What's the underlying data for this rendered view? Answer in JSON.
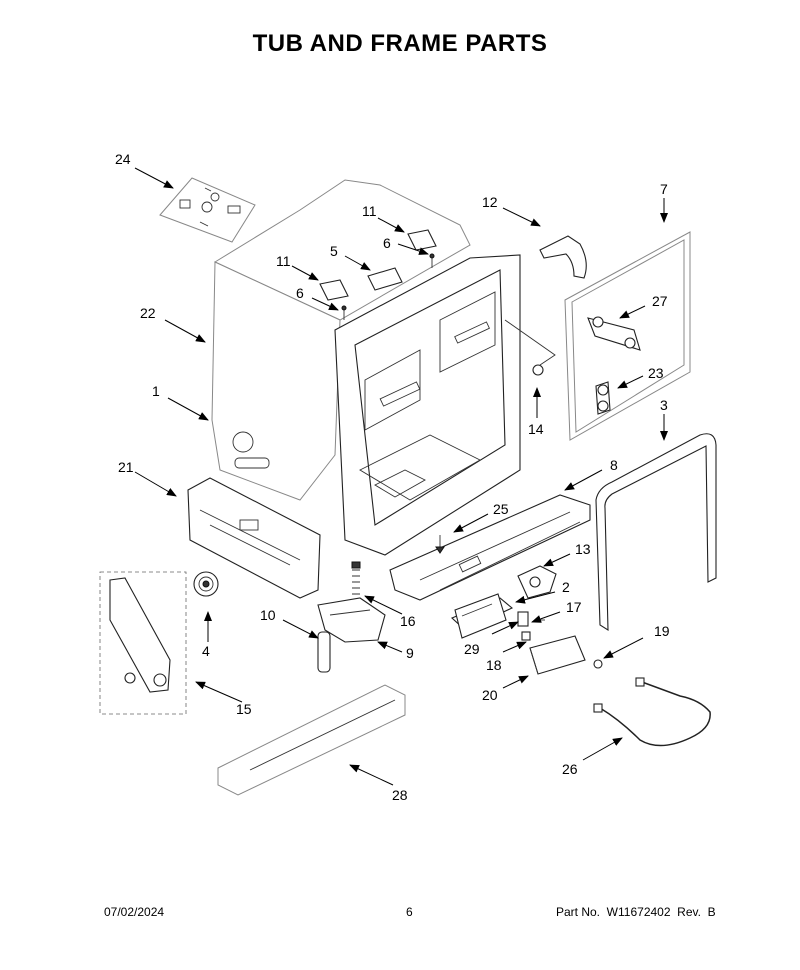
{
  "page": {
    "title": "TUB AND FRAME PARTS"
  },
  "footer": {
    "date": "07/02/2024",
    "page_number": "6",
    "part_no": "Part No.  W11672402  Rev.  B"
  },
  "callouts": [
    "1",
    "2",
    "3",
    "4",
    "5",
    "6",
    "6",
    "7",
    "8",
    "9",
    "10",
    "11",
    "11",
    "12",
    "13",
    "14",
    "15",
    "16",
    "17",
    "18",
    "19",
    "20",
    "21",
    "22",
    "23",
    "24",
    "25",
    "26",
    "27",
    "28",
    "29"
  ]
}
